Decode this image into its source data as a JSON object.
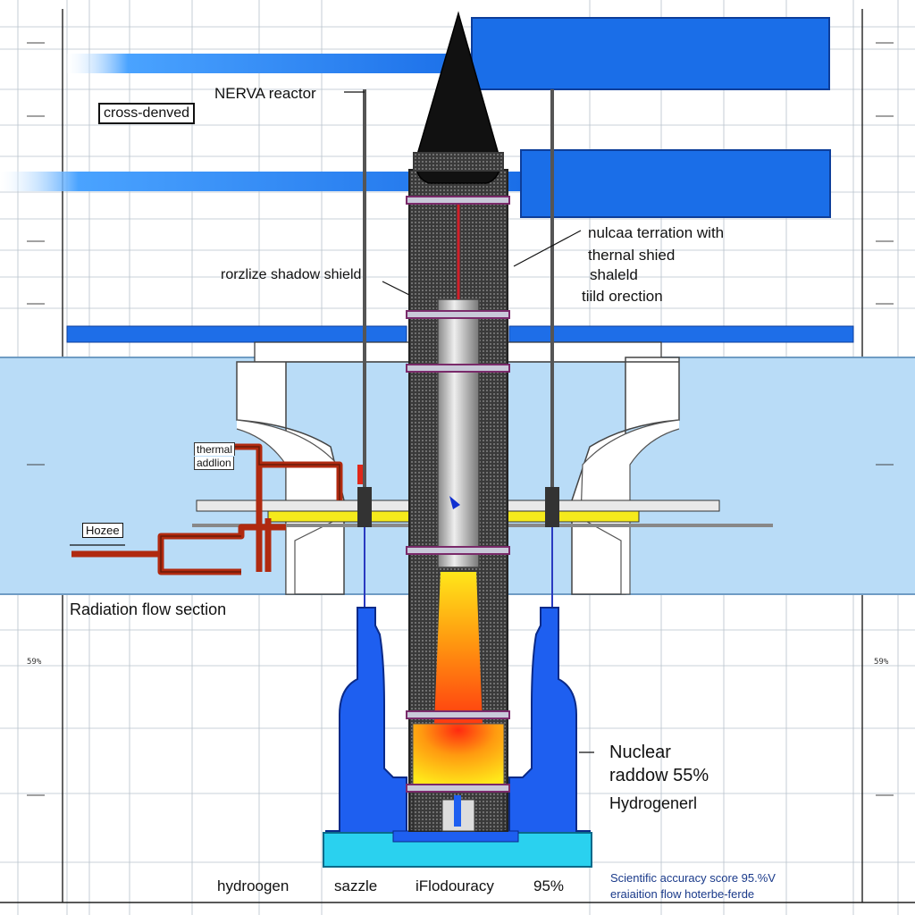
{
  "labels": {
    "top_left_box": "cross-denved",
    "nerva": "NERVA reactor",
    "shadow_shield": "rorzlize shadow shield",
    "right_callout_1": "nulcaa terration with",
    "right_callout_2": "thernal shied",
    "right_callout_3": "shaleld",
    "right_callout_4": "tiild orection",
    "thermal_1": "thermal",
    "thermal_2": "addlion",
    "hozee": "Hozee",
    "radiation_flow": "Radiation flow section",
    "nuclear_1": "Nuclear",
    "nuclear_2": "raddow 55%",
    "hydrogen_right": "Hydrogenerl"
  },
  "footer": {
    "item1": "hydroogen",
    "item2": "sazzle",
    "item3": "iFlodouracy",
    "item4": "95%",
    "note_line1": "Scientific accuracy score 95.%V",
    "note_line2": "eraiaition flow hoterbe-ferde"
  },
  "dim_ticks": {
    "t1": "59%",
    "t2": "59%"
  },
  "colors": {
    "blue_panel": "#1a6ee8",
    "light_water": "#b9dcf7",
    "bright_blue": "#1e5ff0",
    "cyan_base": "#2ad1ef",
    "nozzle_cone": "#111111",
    "red_pipe": "#b02a10",
    "yellow_bar": "#f5ea1c",
    "flame_hot": "#ff3a10",
    "flame_mid": "#ff9a10",
    "flame_cool": "#ffe71a"
  }
}
